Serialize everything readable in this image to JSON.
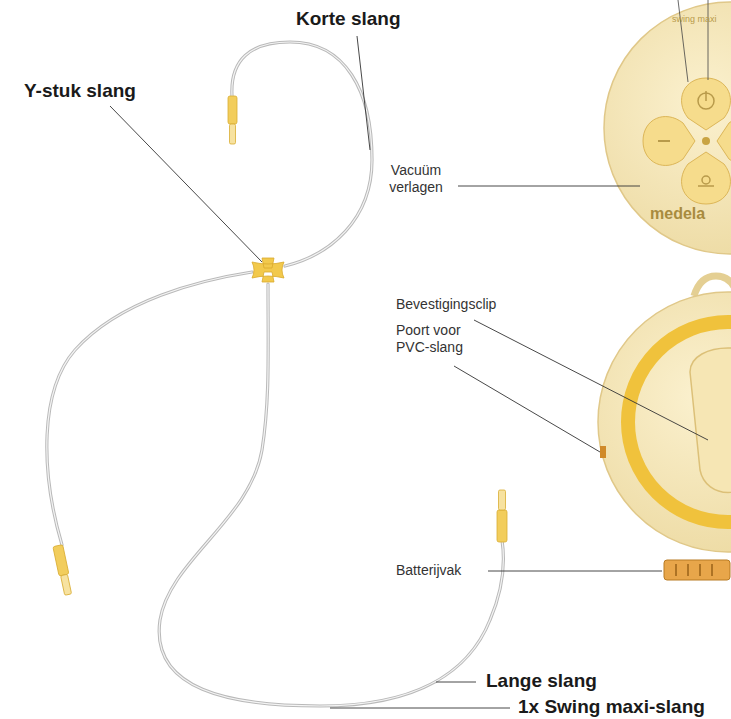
{
  "diagram": {
    "labels": [
      "Korte slang",
      "Y-stuk slang",
      "Vacuüm verlagen",
      "swing maxi",
      "medela",
      "Bevestigingsclip",
      "Poort voor PVC-slang",
      "Batterijvak",
      "Lange slang",
      "1x Swing maxi-slang"
    ]
  }
}
